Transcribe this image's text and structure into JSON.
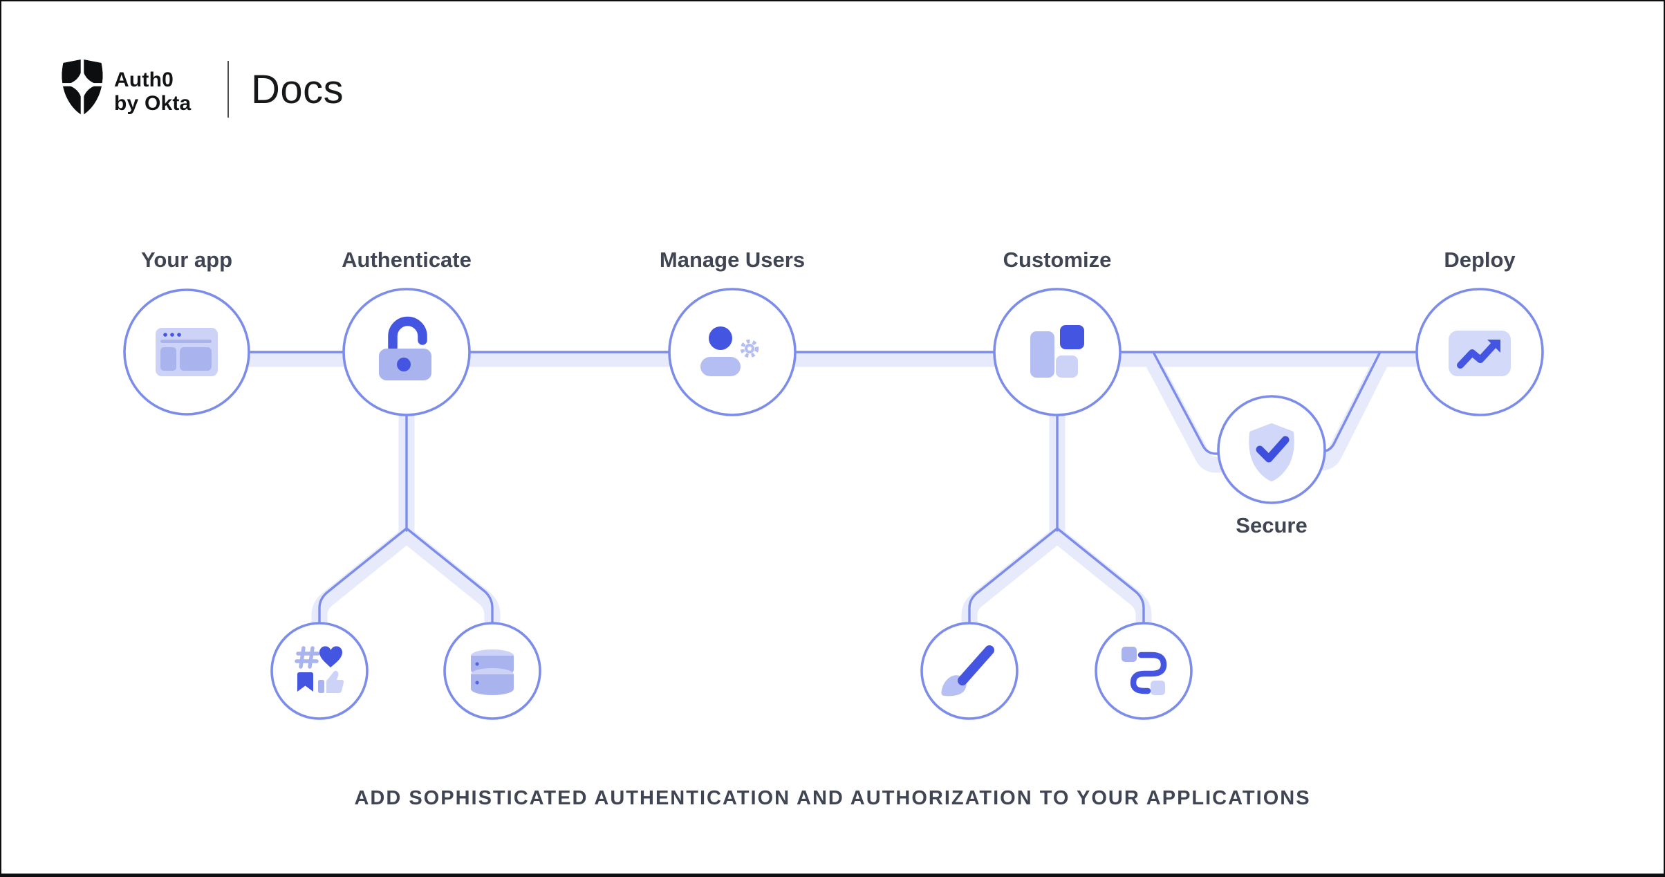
{
  "header": {
    "brand_line1": "Auth0",
    "brand_line2": "by Okta",
    "product": "Docs"
  },
  "diagram": {
    "nodes": [
      {
        "id": "your-app",
        "label": "Your app",
        "icon": "browser-window-icon"
      },
      {
        "id": "authenticate",
        "label": "Authenticate",
        "icon": "open-padlock-icon"
      },
      {
        "id": "manage-users",
        "label": "Manage Users",
        "icon": "user-gear-icon"
      },
      {
        "id": "customize",
        "label": "Customize",
        "icon": "layout-blocks-icon"
      },
      {
        "id": "secure",
        "label": "Secure",
        "icon": "shield-check-icon"
      },
      {
        "id": "deploy",
        "label": "Deploy",
        "icon": "trend-up-chart-icon"
      }
    ],
    "child_nodes": [
      {
        "id": "social-connections",
        "parent": "authenticate",
        "icon": "social-engagement-icons"
      },
      {
        "id": "database",
        "parent": "authenticate",
        "icon": "database-icon"
      },
      {
        "id": "branding",
        "parent": "customize",
        "icon": "paintbrush-icon"
      },
      {
        "id": "actions-flow",
        "parent": "customize",
        "icon": "route-squares-icon"
      }
    ]
  },
  "tagline": "ADD SOPHISTICATED AUTHENTICATION AND AUTHORIZATION TO YOUR APPLICATIONS",
  "colors": {
    "accent_blue": "#4355e1",
    "mid_lavender": "#a9b4ef",
    "light_lavender": "#ccd3f7",
    "pale_lavender": "#d3d9f8",
    "band": "#e7eafb",
    "wire": "#7c8ceb",
    "text": "#3f4552",
    "logo_black": "#0d0e10"
  }
}
